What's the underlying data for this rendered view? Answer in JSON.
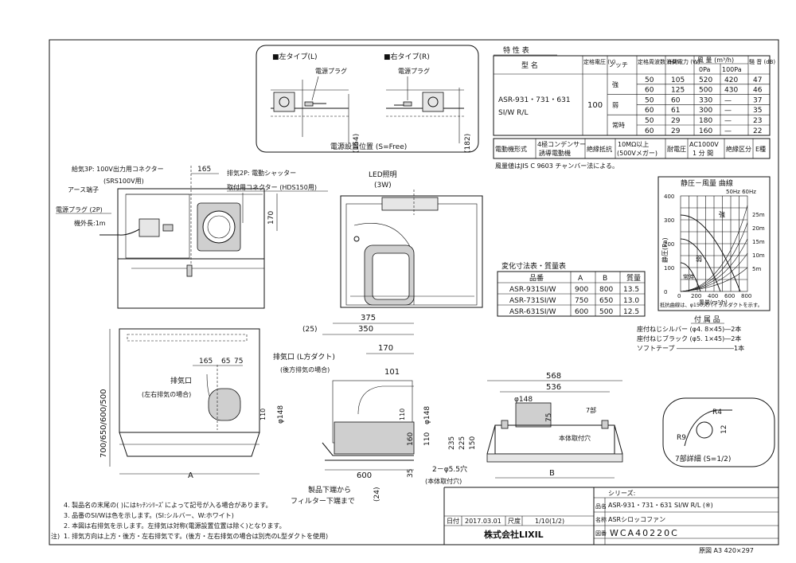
{
  "inset": {
    "left_title": "■左タイプ(L)",
    "right_title": "■右タイプ(R)",
    "plug_label_left": "電源プラグ",
    "plug_label_right": "電源プラグ",
    "dim_left": "(154)",
    "dim_right": "(182)",
    "caption": "電源設置位置 (S=Free)"
  },
  "spec": {
    "title": "特 性 表",
    "col_model": "型 名",
    "col_voltage": "定格電圧 (V)",
    "col_notch": "ノッチ",
    "col_freq": "定格周波数 (Hz)",
    "col_power": "消費電力 (W)",
    "col_airflow": "風 量 (m³/h)",
    "col_0pa": "0Pa",
    "col_100pa": "100Pa",
    "col_noise": "騒 音 (dB)",
    "model_line1": "ASR-931・731・631",
    "model_line2": "SI/W R/L",
    "voltage": "100",
    "rows": [
      {
        "notch": "強",
        "freq": "50",
        "power": "105",
        "pa0": "520",
        "pa100": "420",
        "noise": "47"
      },
      {
        "notch": "",
        "freq": "60",
        "power": "125",
        "pa0": "500",
        "pa100": "430",
        "noise": "46"
      },
      {
        "notch": "弱",
        "freq": "50",
        "power": "60",
        "pa0": "330",
        "pa100": "—",
        "noise": "37"
      },
      {
        "notch": "",
        "freq": "60",
        "power": "61",
        "pa0": "300",
        "pa100": "—",
        "noise": "35"
      },
      {
        "notch": "常時",
        "freq": "50",
        "power": "29",
        "pa0": "180",
        "pa100": "—",
        "noise": "23"
      },
      {
        "notch": "",
        "freq": "60",
        "power": "29",
        "pa0": "160",
        "pa100": "—",
        "noise": "22"
      }
    ],
    "motor_label": "電動機形式",
    "motor_value_1": "4極コンデンサー",
    "motor_value_2": "誘導電動機",
    "insulation_label": "絶縁抵抗",
    "insulation_value_1": "10MΩ以上",
    "insulation_value_2": "(500Vメガー)",
    "withstand_label": "耐電圧",
    "withstand_value_1": "AC1000V",
    "withstand_value_2": "1 分 間",
    "class_label": "絶縁区分",
    "class_value": "E種",
    "note": "風量値はJIS C 9603 チャンバー法による。"
  },
  "curve": {
    "title": "静圧－風量 曲線",
    "y_axis_label": "静圧(Pa)",
    "x_axis_label": "風量(m³/h)",
    "y_ticks": [
      "400",
      "300",
      "200",
      "100",
      "0"
    ],
    "x_ticks": [
      "200",
      "400",
      "600",
      "800"
    ],
    "x_origin": "0",
    "duct_lengths": [
      "25m",
      "20m",
      "15m",
      "10m",
      "5m"
    ],
    "freq_label": "50Hz 60Hz",
    "strong": "強",
    "weak": "弱",
    "continuous": "常時",
    "note": "抵抗曲線は、φ150スパイラルダクトを示す。"
  },
  "front_view": {
    "exhaust_label": "給気3P: 100V出力用コネクター",
    "srs": "(SRS100V用)",
    "earth": "アース端子",
    "plug": "電源プラグ (2P)",
    "cable": "機外長:1m",
    "dim_165": "165",
    "dim_170": "170",
    "shutter_1": "排気2P: 電動シャッター",
    "shutter_2": "取付用コネクター (HDS150用)"
  },
  "led_view": {
    "label": "LED照明",
    "watt": "(3W)"
  },
  "size_table": {
    "title": "変化寸法表・質量表",
    "headers": [
      "品番",
      "A",
      "B",
      "質量"
    ],
    "rows": [
      [
        "ASR-931SI/W",
        "900",
        "800",
        "13.5"
      ],
      [
        "ASR-731SI/W",
        "750",
        "650",
        "13.0"
      ],
      [
        "ASR-631SI/W",
        "600",
        "500",
        "12.5"
      ]
    ]
  },
  "accessories": {
    "title": "付 属 品",
    "items": [
      "座付ねじシルバー (φ4. 8×45)―2本",
      "座付ねじブラック (φ5. 1×45)―2本",
      "ソフトテープ ―――――――――1本"
    ]
  },
  "front_lower": {
    "height": "700/650/600/500",
    "dim_165": "165",
    "dim_65": "65",
    "dim_75": "75",
    "exhaust": "排気口",
    "exhaust_sub": "(左右排気の場合)",
    "dim_110": "110",
    "dim_148": "φ148",
    "dim_a": "A"
  },
  "side_view": {
    "dim_375": "375",
    "dim_25": "(25)",
    "dim_350": "350",
    "dim_170": "170",
    "exhaust": "排気口 (L方ダクト)",
    "exhaust_sub": "(後方排気の場合)",
    "dim_101": "101",
    "dim_110": "110",
    "dim_148": "φ148",
    "dim_160": "160",
    "dim_110b": "110",
    "dim_35": "35",
    "dim_600": "600",
    "filter_1": "製品下端から",
    "filter_2": "フィルター下端まで",
    "dim_24": "(24)"
  },
  "top_view": {
    "dim_568": "568",
    "dim_536": "536",
    "dim_148": "φ148",
    "dim_75": "75",
    "part_7": "7部",
    "hole": "本体取付穴",
    "dim_235": "235",
    "dim_225": "225",
    "dim_150": "150",
    "holes": "2－φ5.5穴",
    "holes_sub": "(本体取付穴)",
    "dim_b": "B"
  },
  "detail": {
    "r4": "R4",
    "r9": "R9",
    "dim_12": "12",
    "caption": "7部詳細 (S=1/2)"
  },
  "notes": {
    "n4": "4. 製品名の末尾の( )にはｷｯﾁﾝｼﾘｰｽﾞによって記号が入る場合があります。",
    "n3": "3. 品番のSI/Wは色を示します。(SI:シルバー、W:ホワイト)",
    "n2": "2. 本図は右排気を示します。左排気は対称(電源設置位置は除く)となります。",
    "n1": "1. 排気方向は上方・後方・左右排気です。(後方・左右排気の場合は別売のL型ダクトを使用)",
    "prefix": "注)"
  },
  "title_block": {
    "date_label": "日付",
    "date": "2017.03.01",
    "scale_label": "尺度",
    "scale": "1/10(1/2)",
    "company": "株式会社LIXIL",
    "series_label": "シリーズ:",
    "product_label": "品名",
    "product": "ASR-931・731・631 SI/W R/L (※)",
    "name_label": "名称",
    "name": "ASRシロッコファン",
    "drawing_label": "図番",
    "drawing_no": "WCA40220C",
    "paper": "原図 A3 420×297"
  }
}
